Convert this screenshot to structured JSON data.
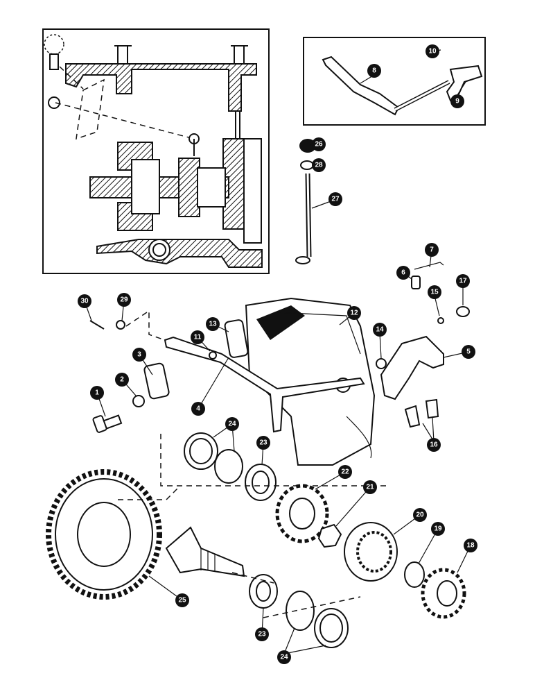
{
  "diagram": {
    "callouts": [
      {
        "id": "c1",
        "label": "1"
      },
      {
        "id": "c2",
        "label": "2"
      },
      {
        "id": "c3",
        "label": "3"
      },
      {
        "id": "c4",
        "label": "4"
      },
      {
        "id": "c5",
        "label": "5"
      },
      {
        "id": "c6",
        "label": "6"
      },
      {
        "id": "c7",
        "label": "7"
      },
      {
        "id": "c8",
        "label": "8"
      },
      {
        "id": "c9",
        "label": "9"
      },
      {
        "id": "c10",
        "label": "10"
      },
      {
        "id": "c11",
        "label": "11"
      },
      {
        "id": "c12",
        "label": "12"
      },
      {
        "id": "c13",
        "label": "13"
      },
      {
        "id": "c14",
        "label": "14"
      },
      {
        "id": "c15",
        "label": "15"
      },
      {
        "id": "c16",
        "label": "16"
      },
      {
        "id": "c17",
        "label": "17"
      },
      {
        "id": "c18",
        "label": "18"
      },
      {
        "id": "c19",
        "label": "19"
      },
      {
        "id": "c20",
        "label": "20"
      },
      {
        "id": "c21",
        "label": "21"
      },
      {
        "id": "c22",
        "label": "22"
      },
      {
        "id": "c23a",
        "label": "23"
      },
      {
        "id": "c23b",
        "label": "23"
      },
      {
        "id": "c24a",
        "label": "24"
      },
      {
        "id": "c24b",
        "label": "24"
      },
      {
        "id": "c25",
        "label": "25"
      },
      {
        "id": "c26",
        "label": "26"
      },
      {
        "id": "c27",
        "label": "27"
      },
      {
        "id": "c28",
        "label": "28"
      },
      {
        "id": "c29",
        "label": "29"
      },
      {
        "id": "c30",
        "label": "30"
      }
    ]
  }
}
